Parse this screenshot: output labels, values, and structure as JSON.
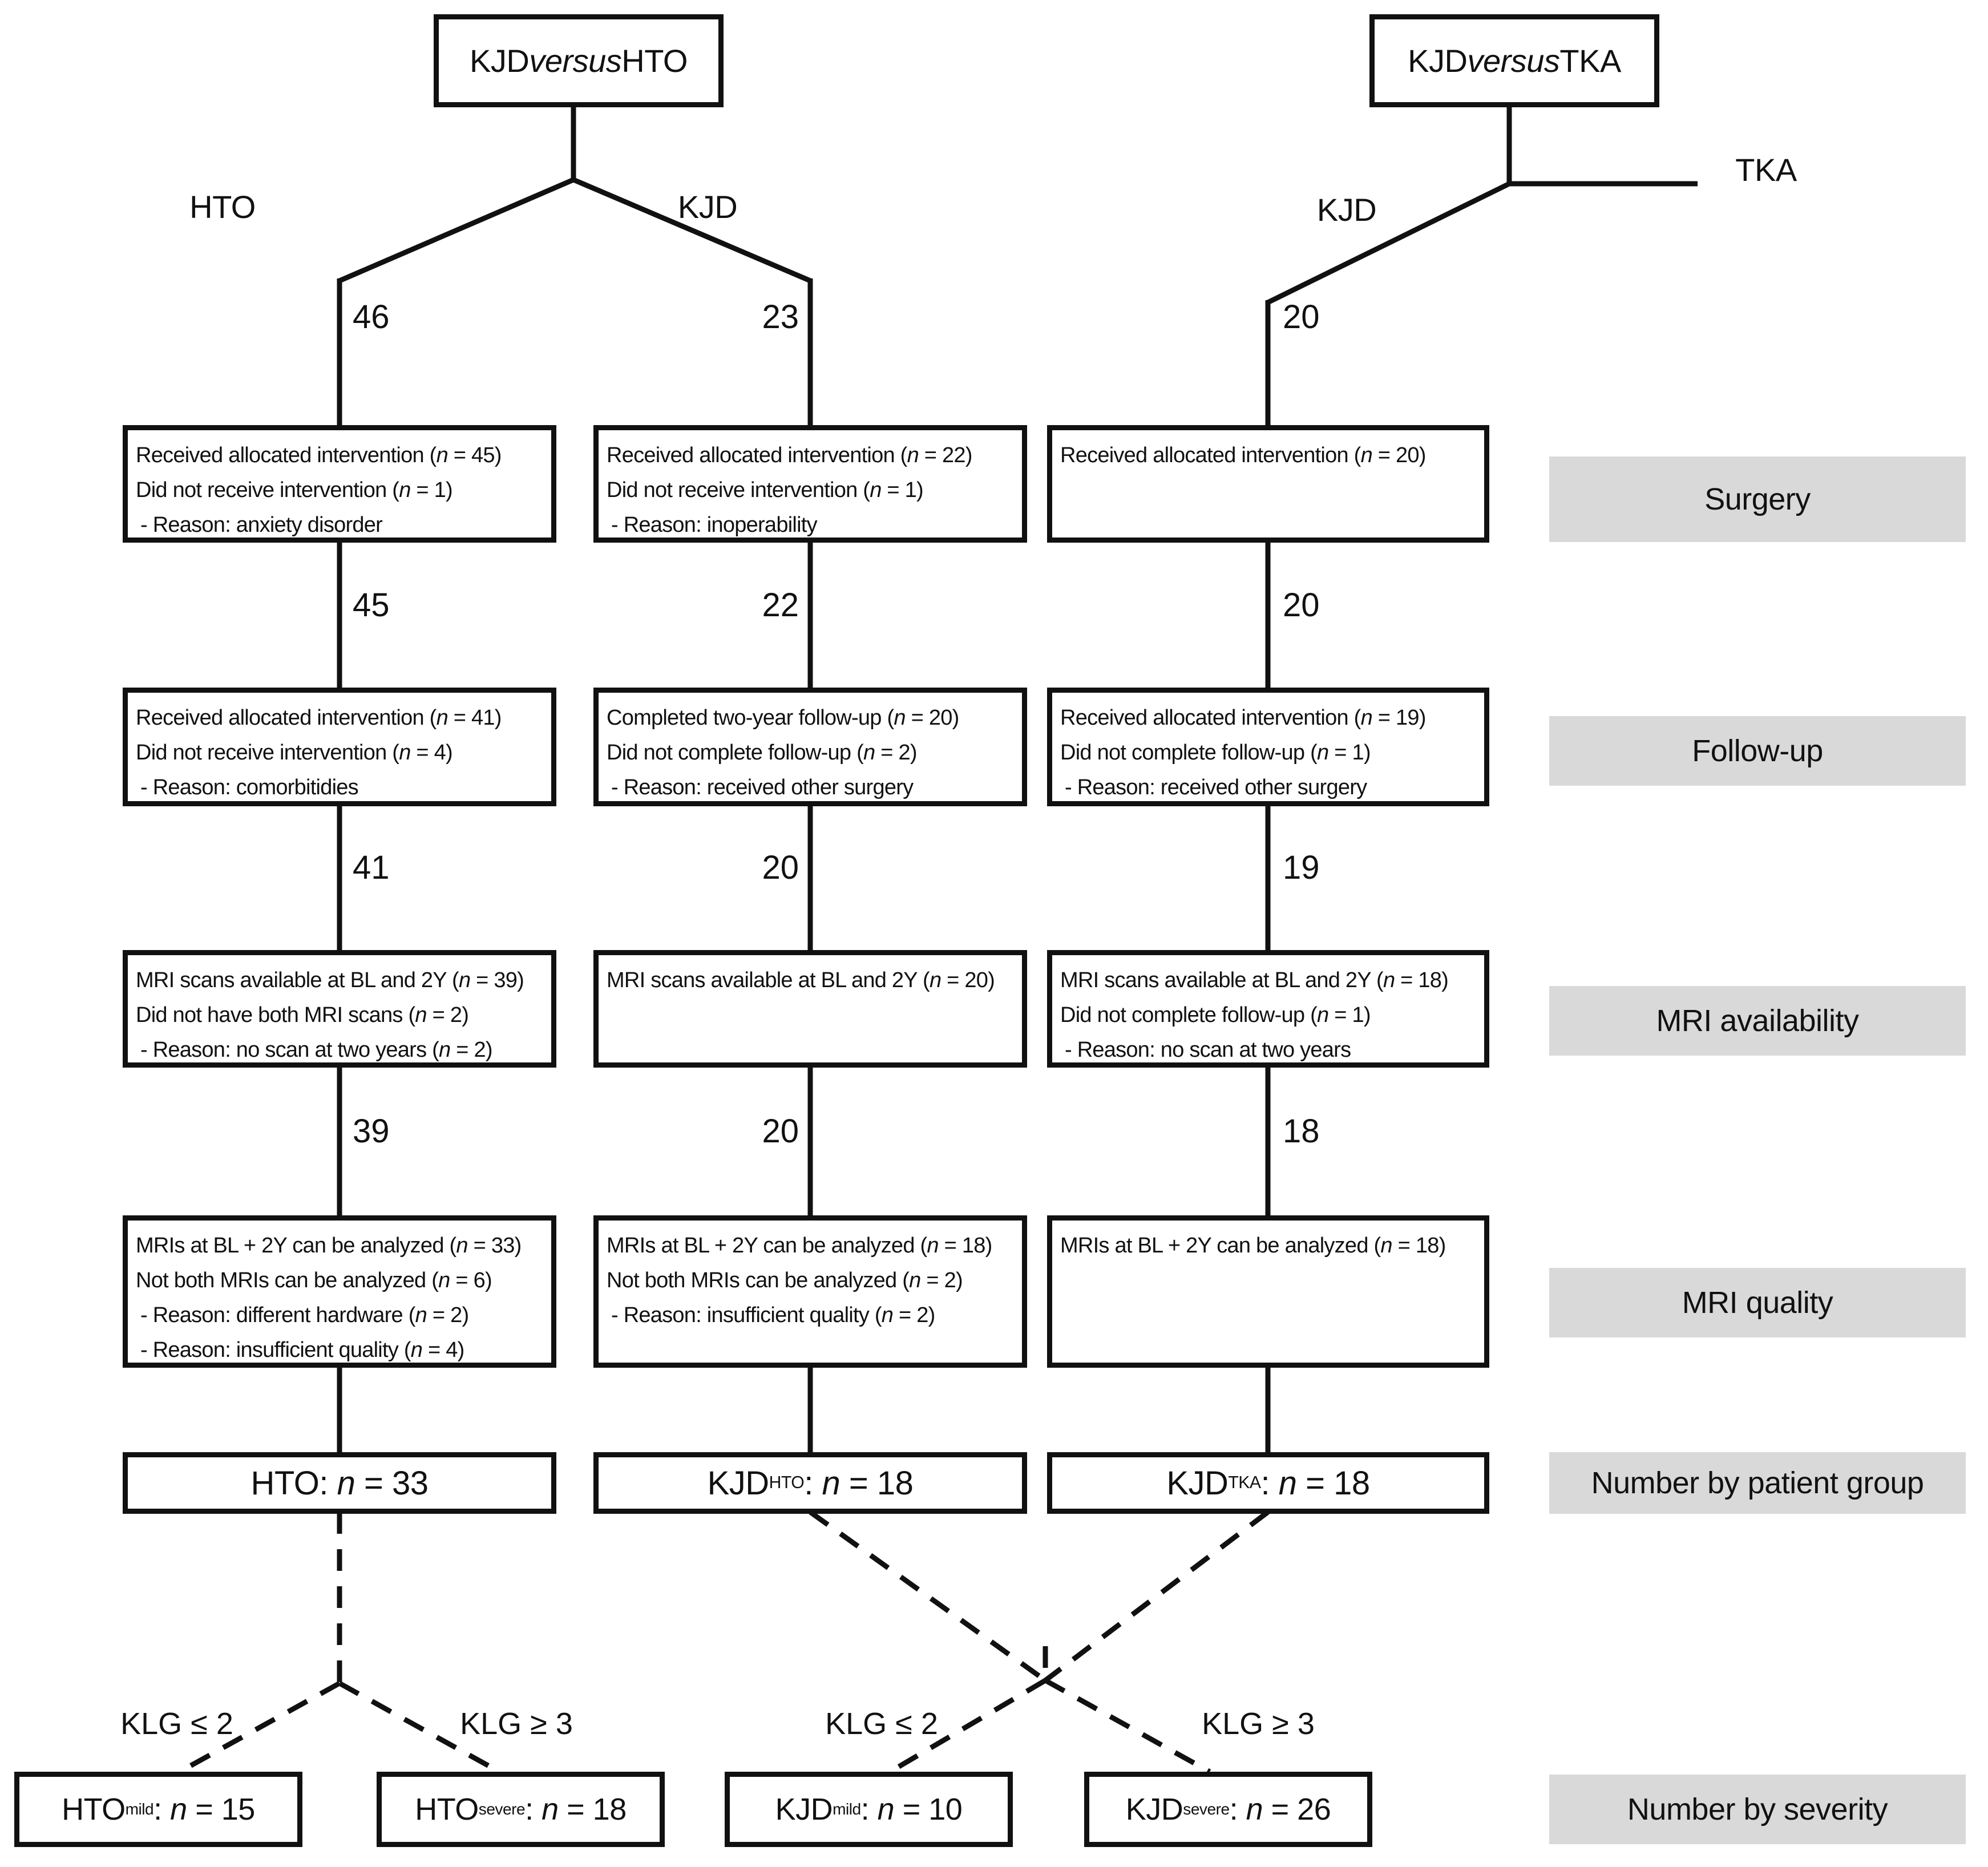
{
  "figure": {
    "top_left_title": "KJD versus HTO",
    "top_right_title": "KJD versus TKA",
    "branch_labels": {
      "left_hto": "HTO",
      "left_kjd": "KJD",
      "right_kjd": "KJD",
      "right_tka": "TKA"
    },
    "counts": {
      "allocated": {
        "col1": "46",
        "col2": "23",
        "col3": "20"
      },
      "after_surgery": {
        "col1": "45",
        "col2": "22",
        "col3": "20"
      },
      "after_followup": {
        "col1": "41",
        "col2": "20",
        "col3": "19"
      },
      "after_mri_availability": {
        "col1": "39",
        "col2": "20",
        "col3": "18"
      }
    },
    "rows": {
      "surgery": {
        "col1": [
          "Received allocated intervention (n = 45)",
          "Did not receive intervention (n = 1)",
          "- Reason: anxiety disorder"
        ],
        "col2": [
          "Received allocated intervention (n = 22)",
          "Did not receive intervention (n = 1)",
          "- Reason: inoperability"
        ],
        "col3": [
          "Received allocated intervention (n = 20)"
        ]
      },
      "followup": {
        "col1": [
          "Received allocated intervention (n = 41)",
          "Did not receive intervention (n = 4)",
          "- Reason: comorbitidies"
        ],
        "col2": [
          "Completed two-year follow-up (n = 20)",
          "Did not complete follow-up (n = 2)",
          "- Reason: received other surgery"
        ],
        "col3": [
          "Received allocated intervention (n = 19)",
          "Did not complete follow-up (n = 1)",
          "- Reason: received other surgery"
        ]
      },
      "mri_availability": {
        "col1": [
          "MRI scans available at BL and 2Y (n = 39)",
          "Did not have both MRI scans (n = 2)",
          "- Reason: no scan at two years (n = 2)"
        ],
        "col2": [
          "MRI scans available at BL and 2Y (n = 20)"
        ],
        "col3": [
          "MRI scans available at BL and 2Y (n = 18)",
          "Did not complete follow-up (n = 1)",
          "- Reason: no scan at two years"
        ]
      },
      "mri_quality": {
        "col1": [
          "MRIs at BL + 2Y can be analyzed (n = 33)",
          "Not both MRIs can be analyzed (n = 6)",
          "- Reason: different hardware (n = 2)",
          "- Reason: insufficient quality (n = 4)"
        ],
        "col2": [
          "MRIs at BL + 2Y can be analyzed (n = 18)",
          "Not both MRIs can be analyzed (n = 2)",
          "- Reason: insufficient quality (n = 2)"
        ],
        "col3": [
          "MRIs at BL + 2Y can be analyzed (n = 18)"
        ]
      }
    },
    "groups": [
      {
        "base": "HTO",
        "sub": "",
        "rest": ": n = 33"
      },
      {
        "base": "KJD",
        "sub": "HTO",
        "rest": ": n = 18"
      },
      {
        "base": "KJD",
        "sub": "TKA",
        "rest": ": n = 18"
      }
    ],
    "severity": {
      "klg_low": "KLG ≤ 2",
      "klg_high": "KLG ≥ 3",
      "boxes": [
        {
          "base": "HTO",
          "sub": "mild",
          "rest": ": n = 15"
        },
        {
          "base": "HTO",
          "sub": "severe",
          "rest": ": n = 18"
        },
        {
          "base": "KJD",
          "sub": "mild",
          "rest": ": n = 10"
        },
        {
          "base": "KJD",
          "sub": "severe",
          "rest": ": n = 26"
        }
      ]
    },
    "stage_labels": {
      "surgery": "Surgery",
      "followup": "Follow-up",
      "mri_availability": "MRI availability",
      "mri_quality": "MRI quality",
      "patient_group": "Number by patient group",
      "severity": "Number by severity"
    },
    "colors": {
      "label_bg": "#d9d9d9",
      "line": "#111111"
    }
  }
}
